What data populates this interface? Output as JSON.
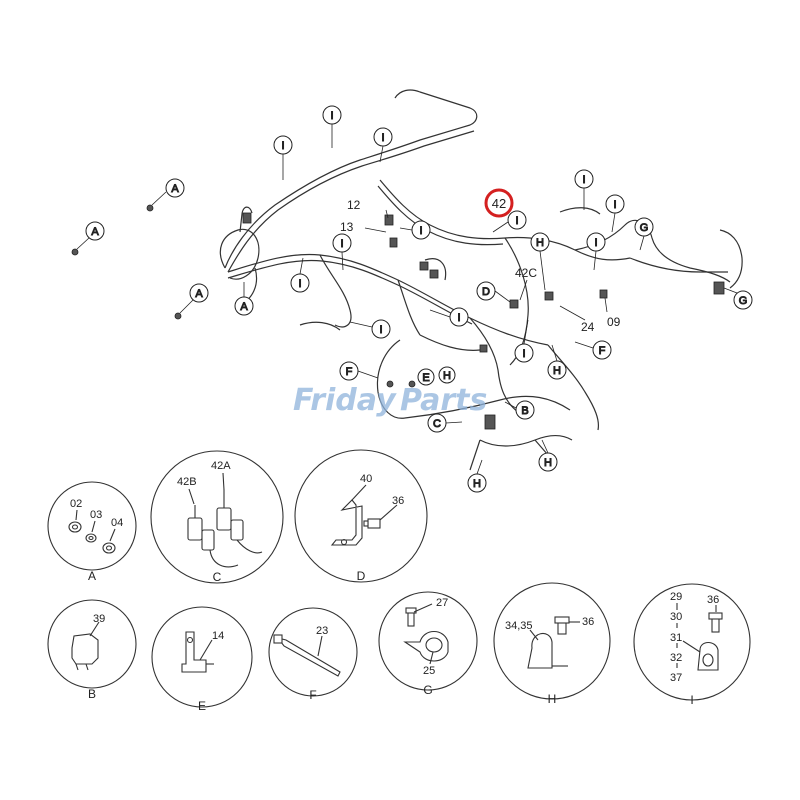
{
  "watermark": {
    "part1": "Friday",
    "part2": "Parts"
  },
  "highlight_color": "#d42020",
  "main_labels": {
    "i": "I",
    "a": "A",
    "b": "B",
    "c": "C",
    "d": "D",
    "e": "E",
    "f": "F",
    "g": "G",
    "h": "H",
    "n12": "12",
    "n13": "13",
    "n42": "42",
    "n42c": "42C",
    "n24": "24",
    "n09": "09"
  },
  "details": {
    "A": {
      "letter": "A",
      "parts": [
        "02",
        "03",
        "04"
      ]
    },
    "C": {
      "letter": "C",
      "parts": [
        "42B",
        "42A"
      ]
    },
    "D": {
      "letter": "D",
      "parts": [
        "40",
        "36"
      ]
    },
    "B": {
      "letter": "B",
      "parts": [
        "39"
      ]
    },
    "E": {
      "letter": "E",
      "parts": [
        "14"
      ]
    },
    "F": {
      "letter": "F",
      "parts": [
        "23"
      ]
    },
    "G": {
      "letter": "G",
      "parts": [
        "27",
        "25"
      ]
    },
    "H": {
      "letter": "H",
      "parts": [
        "34,35",
        "36"
      ]
    },
    "I": {
      "letter": "I",
      "parts": [
        "29",
        "30",
        "31",
        "32",
        "37",
        "36"
      ]
    }
  }
}
